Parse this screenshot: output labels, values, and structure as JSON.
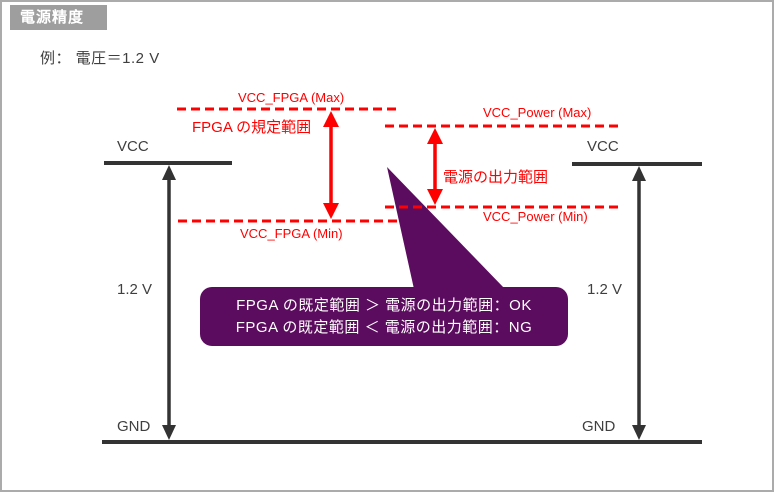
{
  "title_badge": "電源精度",
  "example_label": "例： 電圧＝1.2 V",
  "left_diagram": {
    "vcc_label": "VCC",
    "voltage_label": "1.2 V",
    "gnd_label": "GND",
    "max_label": "VCC_FPGA (Max)",
    "min_label": "VCC_FPGA (Min)",
    "range_label": "FPGA の規定範囲"
  },
  "right_diagram": {
    "vcc_label": "VCC",
    "voltage_label": "1.2 V",
    "gnd_label": "GND",
    "max_label": "VCC_Power (Max)",
    "min_label": "VCC_Power (Min)",
    "range_label": "電源の出力範囲"
  },
  "callout": {
    "line1": "FPGA の既定範囲 ＞ 電源の出力範囲：OK",
    "line2": "FPGA の既定範囲 ＜ 電源の出力範囲：NG"
  },
  "colors": {
    "accent_red": "#FF0000",
    "callout_purple": "#5C0C5E",
    "badge_gray": "#9E9E9E",
    "line_black": "#333333",
    "border_gray": "#ABABAB"
  }
}
